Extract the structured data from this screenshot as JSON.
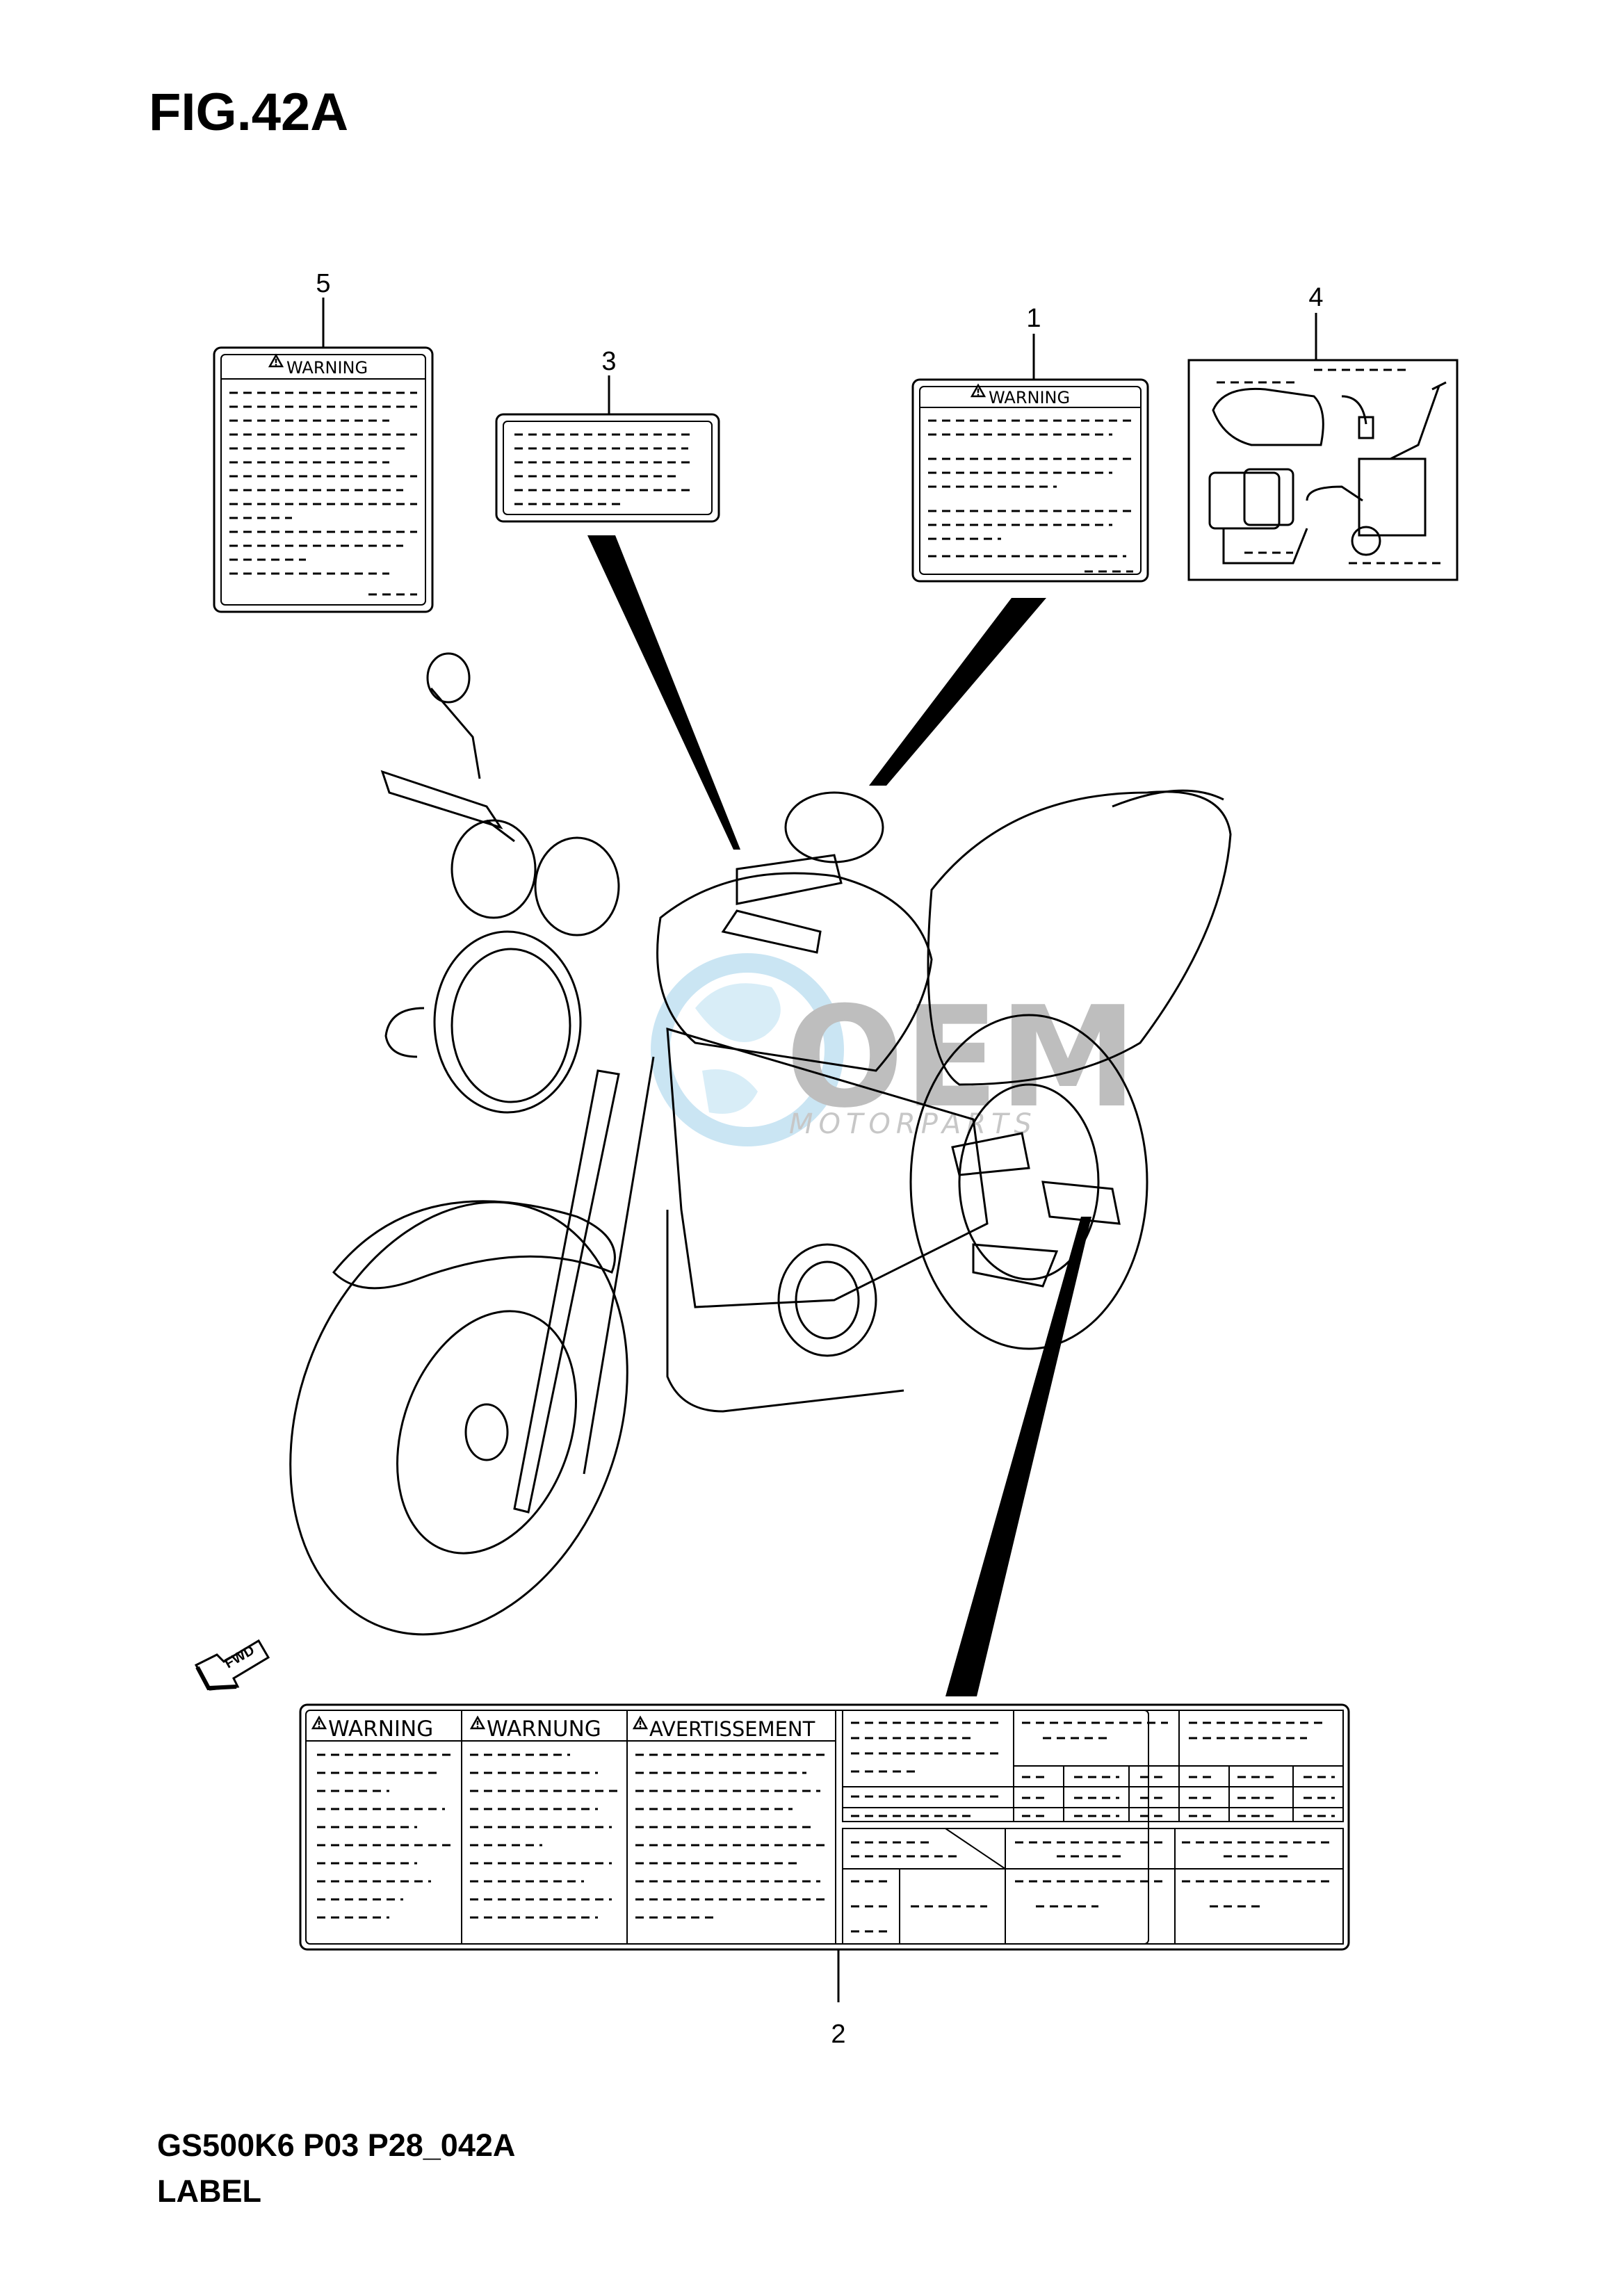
{
  "figure": {
    "title": "FIG.42A",
    "code": "GS500K6 P03 P28_042A",
    "label": "LABEL"
  },
  "callouts": [
    "1",
    "2",
    "3",
    "4",
    "5"
  ],
  "label_texts": {
    "warning": "WARNING",
    "warnung": "WARNUNG",
    "avertissement": "AVERTISSEMENT"
  },
  "direction_arrow": "FWD",
  "watermark": {
    "brand": "OEM",
    "tagline": "MOTORPARTS"
  },
  "icons": [
    "warning-triangle-icon",
    "fwd-arrow-icon"
  ]
}
